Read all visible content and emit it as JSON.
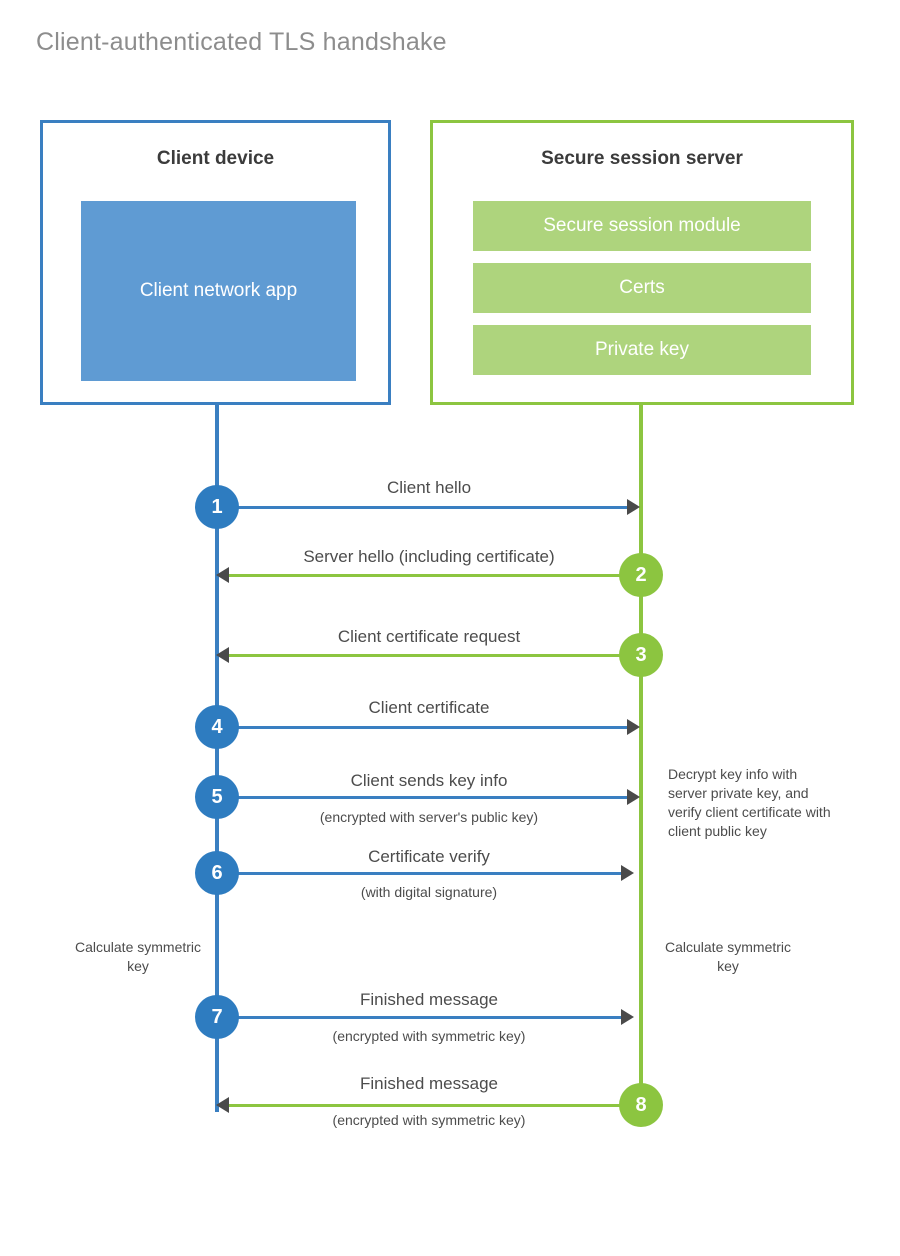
{
  "diagram": {
    "title": "Client-authenticated TLS handshake",
    "colors": {
      "client_blue": "#3a7fc1",
      "client_fill": "#5f9bd3",
      "server_green": "#8cc540",
      "server_fill": "#aed47d",
      "step_blue": "#2e7cc0",
      "step_green": "#8cc540",
      "title_gray": "#8d8d8d",
      "text_gray": "#4c4c4c",
      "background": "#ffffff"
    }
  },
  "participants": {
    "client": {
      "title": "Client device",
      "component": "Client network app"
    },
    "server": {
      "title": "Secure session server",
      "components": [
        "Secure session module",
        "Certs",
        "Private key"
      ]
    }
  },
  "steps": [
    {
      "number": "1",
      "label": "Client hello",
      "sub": "",
      "direction": "client-to-server",
      "color": "blue"
    },
    {
      "number": "2",
      "label": "Server hello (including certificate)",
      "sub": "",
      "direction": "server-to-client",
      "color": "green"
    },
    {
      "number": "3",
      "label": "Client certificate request",
      "sub": "",
      "direction": "server-to-client",
      "color": "green"
    },
    {
      "number": "4",
      "label": "Client certificate",
      "sub": "",
      "direction": "client-to-server",
      "color": "blue"
    },
    {
      "number": "5",
      "label": "Client sends key info",
      "sub": "(encrypted with server's public key)",
      "direction": "client-to-server",
      "color": "blue"
    },
    {
      "number": "6",
      "label": "Certificate verify",
      "sub": "(with digital signature)",
      "direction": "client-to-server",
      "color": "blue"
    },
    {
      "number": "7",
      "label": "Finished message",
      "sub": "(encrypted with symmetric key)",
      "direction": "client-to-server",
      "color": "blue"
    },
    {
      "number": "8",
      "label": "Finished message",
      "sub": "(encrypted with symmetric key)",
      "direction": "server-to-client",
      "color": "green"
    }
  ],
  "notes": {
    "server_decrypt": "Decrypt key info with server private key, and verify client certificate with client public key",
    "client_calculate": "Calculate symmetric key",
    "server_calculate": "Calculate symmetric key"
  }
}
